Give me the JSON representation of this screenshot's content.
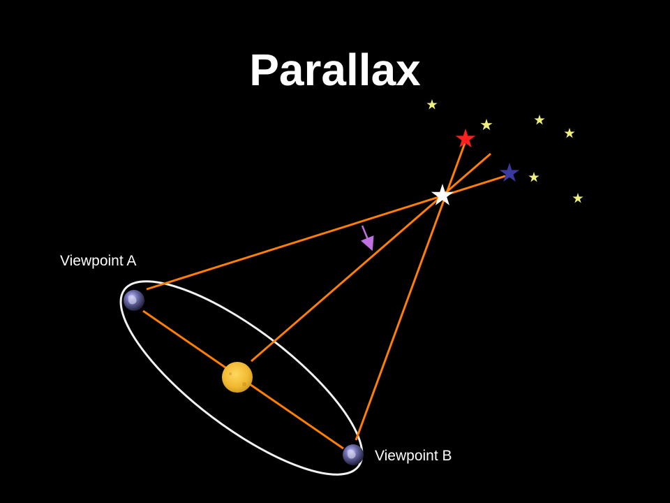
{
  "title": "Parallax",
  "labels": {
    "viewpoint_a": "Viewpoint A",
    "viewpoint_b": "Viewpoint B"
  },
  "colors": {
    "background": "#000000",
    "sight_lines": "#ff7f00",
    "orbit": "#ffffff",
    "sun": "#f0c030",
    "near_star": "#ffffff",
    "apparent_star_a": "#ff2020",
    "apparent_star_b": "#3a3aa0",
    "background_stars": "#f0f080",
    "arrow": "#c070e0"
  },
  "icons": {
    "viewpoint_a": "earth-icon",
    "viewpoint_b": "earth-icon",
    "sun": "sun-icon",
    "stars": "star-icon"
  }
}
